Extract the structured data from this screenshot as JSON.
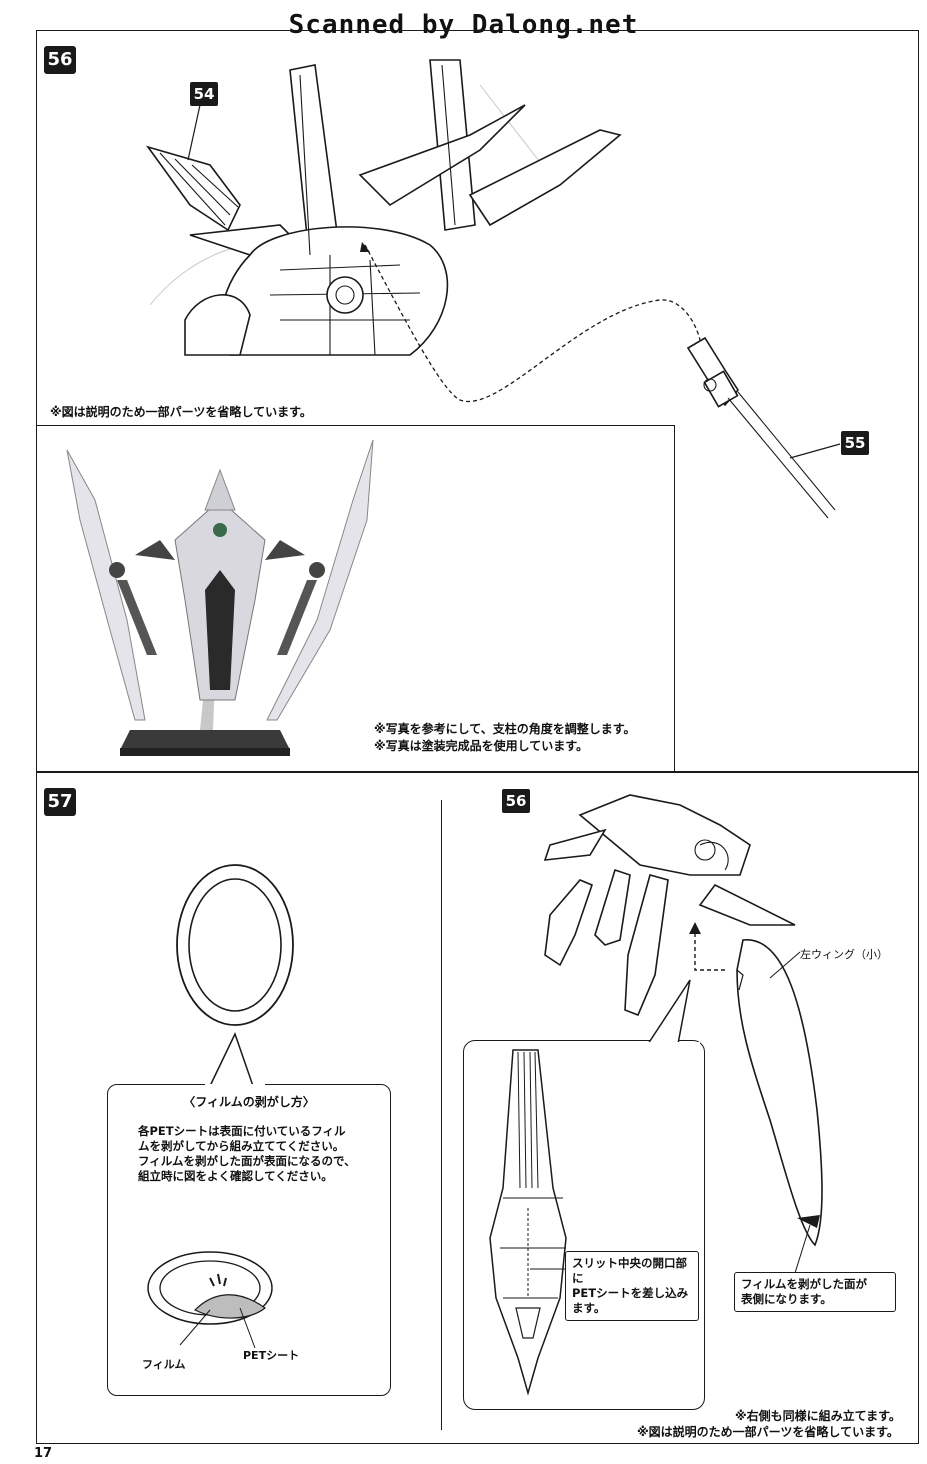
{
  "watermark": "Scanned by Dalong.net",
  "page_number": "17",
  "step56": {
    "badge": "56",
    "part_54": "54",
    "part_55": "55",
    "note_top": "※図は説明のため一部パーツを省略しています。",
    "photo_note_1": "※写真を参考にして、支柱の角度を調整します。",
    "photo_note_2": "※写真は塗装完成品を使用しています。"
  },
  "step57": {
    "badge": "57",
    "part_56": "56",
    "film_box": {
      "title": "〈フィルムの剥がし方〉",
      "line1": "各PETシートは表面に付いているフィル",
      "line2": "ムを剥がしてから組み立ててください。",
      "line3": "フィルムを剥がした面が表面になるので、",
      "line4": "組立時に図をよく確認してください。",
      "label_film": "フィルム",
      "label_pet": "PETシート"
    },
    "left_wing_label": "左ウィング（小）",
    "slit_callout": [
      "スリット中央の開口部に",
      "PETシートを差し込み",
      "ます。"
    ],
    "film_side_callout": [
      "フィルムを剥がした面が",
      "表側になります。"
    ],
    "bottom_note_1": "※右側も同様に組み立てます。",
    "bottom_note_2": "※図は説明のため一部パーツを省略しています。"
  },
  "icons": [
    "ellipse-ring-icon",
    "arrow-icon"
  ]
}
